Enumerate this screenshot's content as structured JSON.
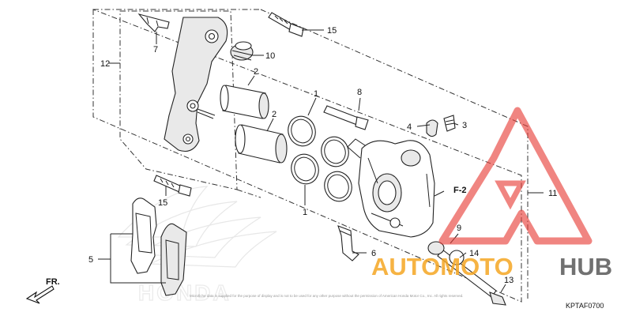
{
  "diagram": {
    "callouts": {
      "c1": "1",
      "c1b": "1",
      "c2": "2",
      "c2b": "2",
      "c3": "3",
      "c4": "4",
      "c5": "5",
      "c6": "6",
      "c7": "7",
      "c8": "8",
      "c9": "9",
      "c10": "10",
      "c11": "11",
      "c12": "12",
      "c13": "13",
      "c14": "14",
      "c15": "15",
      "c15b": "15"
    },
    "direction_label": "FR.",
    "reference_label": "F-2",
    "diagram_code": "KPTAF0700",
    "copyright_line": "Microfiche data is supplied for the purpose of display and is not to be used for any other purpose without the permission of American Honda Motor Co., Inc. All rights reserved."
  },
  "watermark": {
    "brand_part1": "AUTOMOTO",
    "brand_part2": "HUB",
    "colors": {
      "orange": "#f5a623",
      "gray": "#595959",
      "red_logo": "#e8403a"
    }
  },
  "background_logo": {
    "text": "HONDA"
  }
}
